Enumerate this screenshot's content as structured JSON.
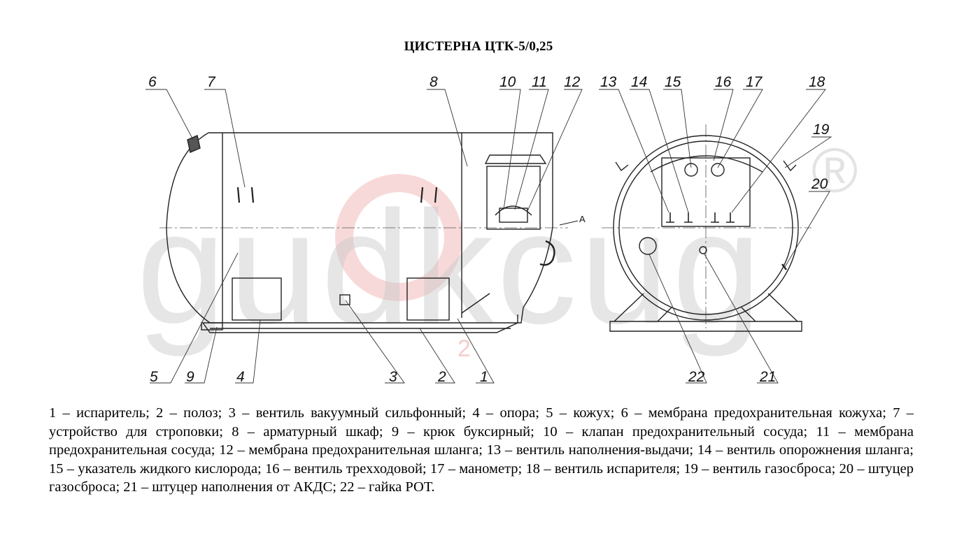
{
  "title": "ЦИСТЕРНА ЦТК-5/0,25",
  "watermark": {
    "text": "gudkcug",
    "registered": "®",
    "subscript": "2",
    "colors": {
      "letters": "#c9c9c9",
      "ring": "#f2b6b6"
    }
  },
  "callouts": {
    "c1": "1",
    "c2": "2",
    "c3": "3",
    "c4": "4",
    "c5": "5",
    "c6": "6",
    "c7": "7",
    "c8": "8",
    "c9": "9",
    "c10": "10",
    "c11": "11",
    "c12": "12",
    "c13": "13",
    "c14": "14",
    "c15": "15",
    "c16": "16",
    "c17": "17",
    "c18": "18",
    "c19": "19",
    "c20": "20",
    "c21": "21",
    "c22": "22"
  },
  "view_marker": "A",
  "caption": "1 – испаритель; 2 – полоз; 3 – вентиль вакуумный сильфонный; 4 – опора; 5 – кожух; 6 – мембрана предохранительная кожуха; 7 – устройство для строповки; 8 – арматурный шкаф; 9 – крюк буксирный; 10 – клапан предохранительный сосуда; 11 – мембрана предохранительная сосуда; 12 – мембрана предохранительная шланга; 13 – вентиль наполнения-выдачи; 14 – вентиль опорожнения шланга; 15 – указатель жидкого кислорода; 16 – вентиль трехходовой; 17 – манометр; 18 – вентиль испарителя; 19 – вентиль газосброса; 20 – штуцер газосброса; 21 – штуцер наполнения от АКДС; 22 – гайка РОТ."
}
